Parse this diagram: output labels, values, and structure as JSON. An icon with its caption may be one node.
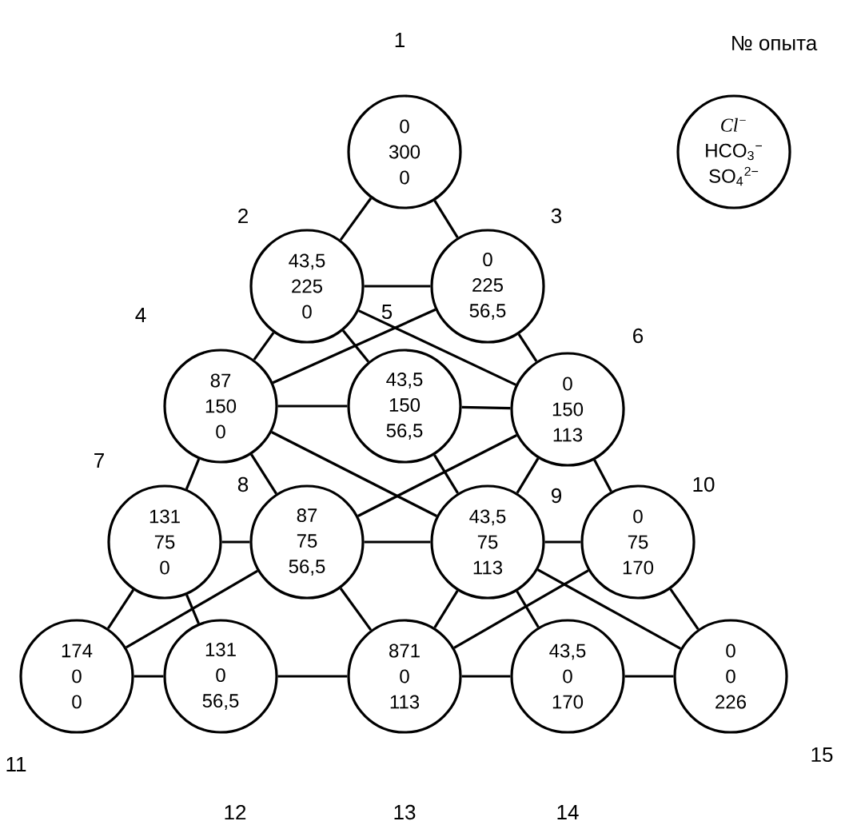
{
  "diagram": {
    "nodes": [
      {
        "text": [
          "0",
          "300",
          "0"
        ],
        "beside": [
          "1"
        ]
      },
      {
        "text": [
          "43,5",
          "225",
          "0"
        ],
        "beside": [
          "2"
        ]
      },
      {
        "text": [
          "0",
          "225",
          "56,5"
        ],
        "beside": [
          "3"
        ]
      },
      {
        "text": [
          "87",
          "150",
          "0"
        ],
        "beside": [
          "4"
        ]
      },
      {
        "text": [
          "43,5",
          "150",
          "56,5"
        ],
        "beside": [
          "5"
        ]
      },
      {
        "text": [
          "0",
          "150",
          "113"
        ],
        "beside": [
          "6"
        ]
      },
      {
        "text": [
          "131",
          "75",
          "0"
        ],
        "beside": [
          "7"
        ]
      },
      {
        "text": [
          "87",
          "75",
          "56,5"
        ],
        "beside": [
          "8"
        ]
      },
      {
        "text": [
          "43,5",
          "75",
          "113"
        ],
        "beside": [
          "9"
        ]
      },
      {
        "text": [
          "0",
          "75",
          "170"
        ],
        "beside": [
          "10"
        ]
      },
      {
        "text": [
          "174",
          "0",
          "0"
        ],
        "beside": [
          "11"
        ]
      },
      {
        "text": [
          "131",
          "0",
          "56,5"
        ],
        "beside": [
          "12"
        ]
      },
      {
        "text": [
          "871",
          "0",
          "113"
        ],
        "beside": [
          "13"
        ]
      },
      {
        "text": [
          "43,5",
          "0",
          "170"
        ],
        "beside": [
          "14"
        ]
      },
      {
        "text": [
          "0",
          "0",
          "226"
        ],
        "beside": [
          "15"
        ]
      },
      {
        "text": [
          "Cl$^{−}$",
          "HCO$_{3}$$^{−}$",
          "SO$_{4}$$^{2−}$"
        ],
        "beside": [
          "№ опыта"
        ]
      }
    ],
    "edges": [
      {
        "from": 0,
        "to": 1,
        "arrow": "none"
      },
      {
        "from": 0,
        "to": 2,
        "arrow": "none"
      },
      {
        "from": 1,
        "to": 2,
        "arrow": "none"
      },
      {
        "from": 1,
        "to": 3,
        "arrow": "none"
      },
      {
        "from": 1,
        "to": 4,
        "arrow": "none"
      },
      {
        "from": 1,
        "to": 5,
        "arrow": "none"
      },
      {
        "from": 2,
        "to": 3,
        "arrow": "none"
      },
      {
        "from": 2,
        "to": 5,
        "arrow": "none"
      },
      {
        "from": 3,
        "to": 4,
        "arrow": "none"
      },
      {
        "from": 4,
        "to": 5,
        "arrow": "none"
      },
      {
        "from": 3,
        "to": 6,
        "arrow": "none"
      },
      {
        "from": 3,
        "to": 7,
        "arrow": "none"
      },
      {
        "from": 3,
        "to": 8,
        "arrow": "none"
      },
      {
        "from": 4,
        "to": 8,
        "arrow": "none"
      },
      {
        "from": 5,
        "to": 7,
        "arrow": "none"
      },
      {
        "from": 5,
        "to": 8,
        "arrow": "none"
      },
      {
        "from": 5,
        "to": 9,
        "arrow": "none"
      },
      {
        "from": 6,
        "to": 7,
        "arrow": "none"
      },
      {
        "from": 7,
        "to": 8,
        "arrow": "none"
      },
      {
        "from": 8,
        "to": 9,
        "arrow": "none"
      },
      {
        "from": 6,
        "to": 10,
        "arrow": "none"
      },
      {
        "from": 6,
        "to": 11,
        "arrow": "none"
      },
      {
        "from": 7,
        "to": 10,
        "arrow": "none"
      },
      {
        "from": 7,
        "to": 12,
        "arrow": "none"
      },
      {
        "from": 8,
        "to": 12,
        "arrow": "none"
      },
      {
        "from": 8,
        "to": 13,
        "arrow": "none"
      },
      {
        "from": 8,
        "to": 14,
        "arrow": "none"
      },
      {
        "from": 9,
        "to": 12,
        "arrow": "none"
      },
      {
        "from": 9,
        "to": 14,
        "arrow": "none"
      },
      {
        "from": 10,
        "to": 11,
        "arrow": "none"
      },
      {
        "from": 11,
        "to": 12,
        "arrow": "none"
      },
      {
        "from": 12,
        "to": 13,
        "arrow": "none"
      },
      {
        "from": 13,
        "to": 14,
        "arrow": "none"
      }
    ]
  }
}
